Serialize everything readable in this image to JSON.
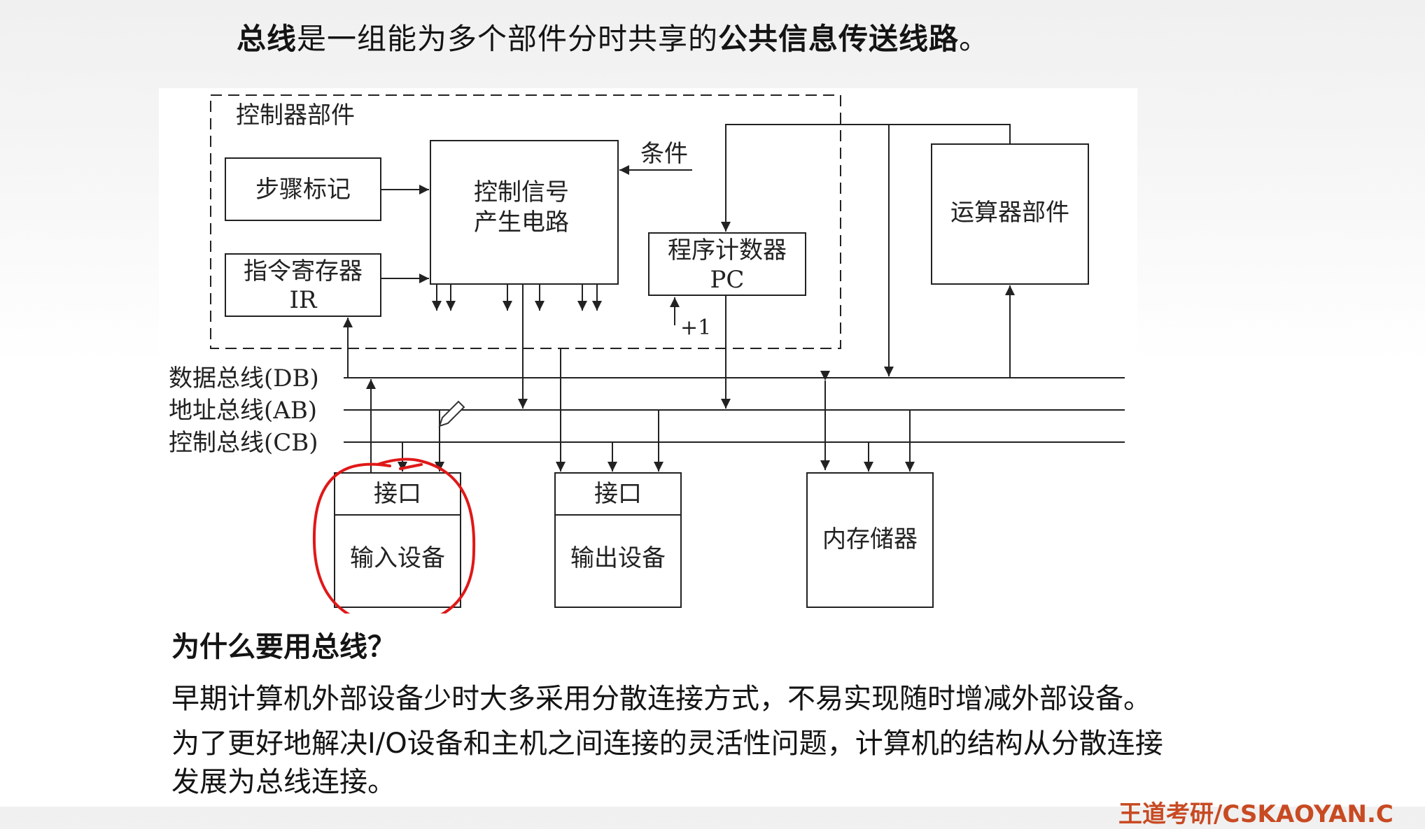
{
  "headline": {
    "part1": "总线",
    "part2": "是一组能为多个部件分时共享的",
    "part3": "公共信息传送",
    "part4": "线路",
    "part5": "。"
  },
  "diagram": {
    "controller_label": "控制器部件",
    "step_marker": "步骤标记",
    "ir_line1": "指令寄存器",
    "ir_line2": "IR",
    "csg_line1": "控制信号",
    "csg_line2": "产生电路",
    "condition": "条件",
    "pc_line1": "程序计数器",
    "pc_line2": "PC",
    "plus_one": "+1",
    "alu": "运算器部件",
    "db_label": "数据总线(DB)",
    "ab_label": "地址总线(AB)",
    "cb_label": "控制总线(CB)",
    "interface1": "接口",
    "input_device": "输入设备",
    "interface2": "接口",
    "output_device": "输出设备",
    "memory": "内存储器"
  },
  "section_title": "为什么要用总线？",
  "paragraphs": {
    "p1": "早期计算机外部设备少时大多采用分散连接方式，不易实现随时增减外部设备。",
    "p2": "为了更好地解决I/O设备和主机之间连接的灵活性问题，计算机的结构从分散连接",
    "p3": "发展为总线连接。"
  },
  "watermark": "王道考研/CSKAOYAN.C",
  "colors": {
    "annotation_red": "#e01818",
    "line": "#222222",
    "watermark": "#c84a22"
  },
  "icons": {
    "cursor": "pencil-cursor-icon"
  }
}
